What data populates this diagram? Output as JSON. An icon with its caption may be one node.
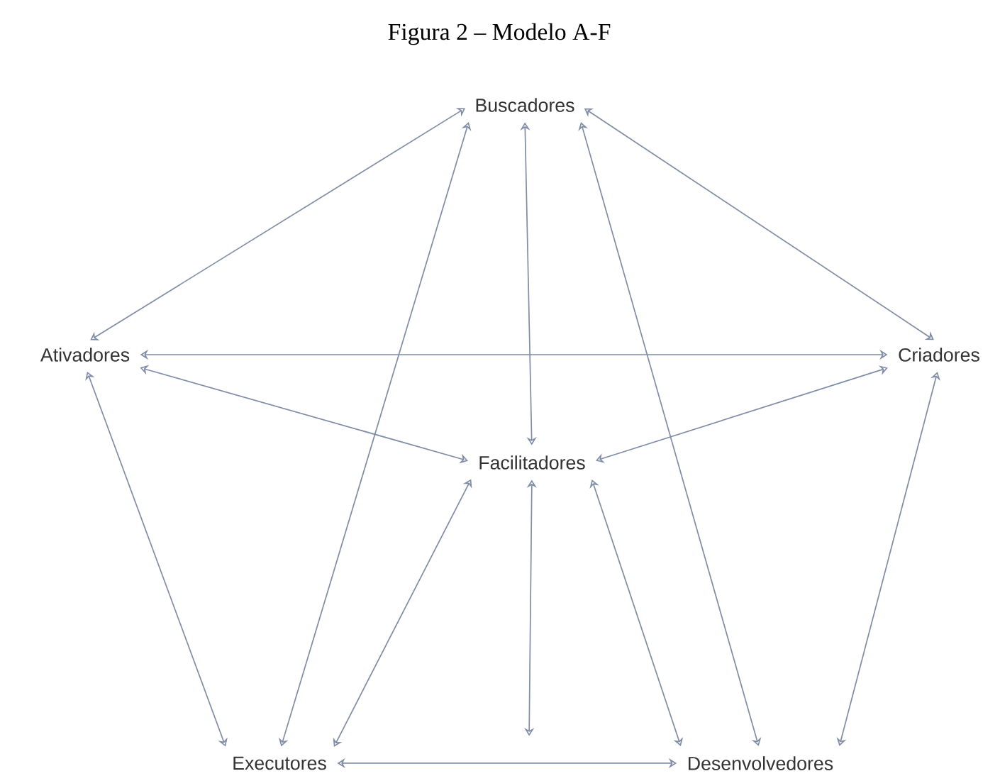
{
  "diagram": {
    "title": "Figura 2 – Modelo A-F",
    "nodes": [
      {
        "text": [
          "Buscadores"
        ]
      },
      {
        "text": [
          "Ativadores"
        ]
      },
      {
        "text": [
          "Criadores"
        ]
      },
      {
        "text": [
          "Facilitadores"
        ]
      },
      {
        "text": [
          "Executores"
        ]
      },
      {
        "text": [
          "Desenvolvedores"
        ]
      }
    ],
    "edges": [
      {
        "from": 0,
        "to": 1,
        "arrow": "both"
      },
      {
        "from": 0,
        "to": 2,
        "arrow": "both"
      },
      {
        "from": 0,
        "to": 3,
        "arrow": "both"
      },
      {
        "from": 0,
        "to": 4,
        "arrow": "both"
      },
      {
        "from": 0,
        "to": 5,
        "arrow": "both"
      },
      {
        "from": 1,
        "to": 2,
        "arrow": "both"
      },
      {
        "from": 1,
        "to": 3,
        "arrow": "both"
      },
      {
        "from": 2,
        "to": 3,
        "arrow": "both"
      },
      {
        "from": 1,
        "to": 4,
        "arrow": "both"
      },
      {
        "from": 2,
        "to": 5,
        "arrow": "both"
      },
      {
        "from": 3,
        "to": 4,
        "arrow": "both"
      },
      {
        "from": 3,
        "to": 5,
        "arrow": "both"
      },
      {
        "from": 3,
        "to": null,
        "arrow": "both"
      },
      {
        "from": 4,
        "to": 5,
        "arrow": "both"
      }
    ]
  }
}
